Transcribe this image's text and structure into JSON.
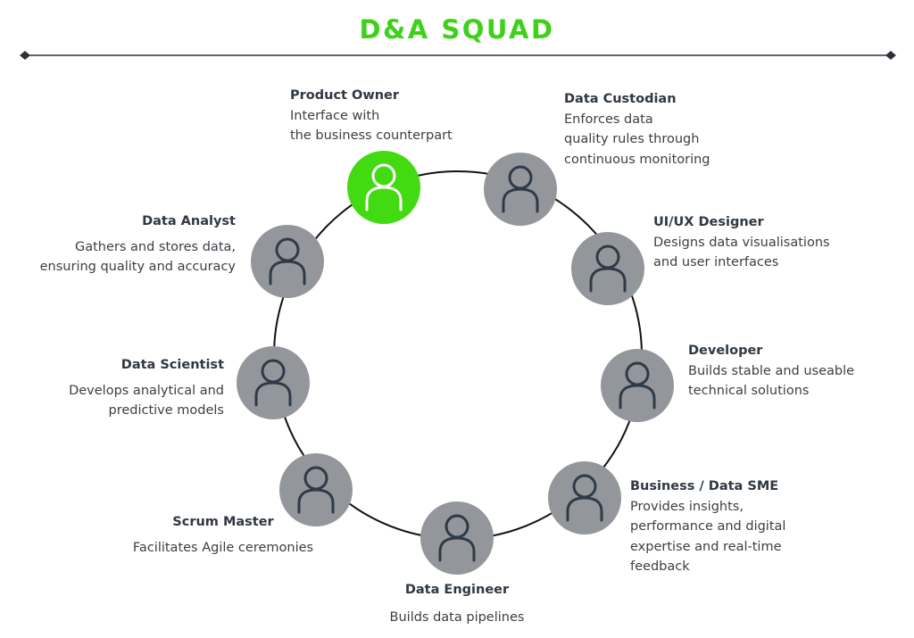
{
  "title": "D&A SQUAD",
  "colors": {
    "accent": "#42da10",
    "node": "#93979b",
    "icon_on_grey": "#2f3a48",
    "icon_on_accent": "#ffffff"
  },
  "roles": [
    {
      "title": "Product Owner",
      "description": "Interface with\nthe business counterpart",
      "highlight": true,
      "icon": "person-icon"
    },
    {
      "title": "Data Custodian",
      "description": "Enforces data\nquality rules through\ncontinuous monitoring",
      "highlight": false,
      "icon": "person-icon"
    },
    {
      "title": "UI/UX Designer",
      "description": "Designs data visualisations\nand user interfaces",
      "highlight": false,
      "icon": "person-icon"
    },
    {
      "title": "Developer",
      "description": "Builds stable and useable\ntechnical solutions",
      "highlight": false,
      "icon": "person-icon"
    },
    {
      "title": "Business / Data SME",
      "description": "Provides insights,\nperformance and digital\nexpertise and real-time\nfeedback",
      "highlight": false,
      "icon": "person-icon"
    },
    {
      "title": "Data Engineer",
      "description": "Builds data pipelines",
      "highlight": false,
      "icon": "person-icon"
    },
    {
      "title": "Scrum Master",
      "description": "Facilitates  Agile ceremonies",
      "highlight": false,
      "icon": "person-icon"
    },
    {
      "title": "Data Scientist",
      "description": "Develops analytical and\npredictive models",
      "highlight": false,
      "icon": "person-icon"
    },
    {
      "title": "Data Analyst",
      "description": "Gathers and stores data,\nensuring quality and accuracy",
      "highlight": false,
      "icon": "person-icon"
    }
  ]
}
